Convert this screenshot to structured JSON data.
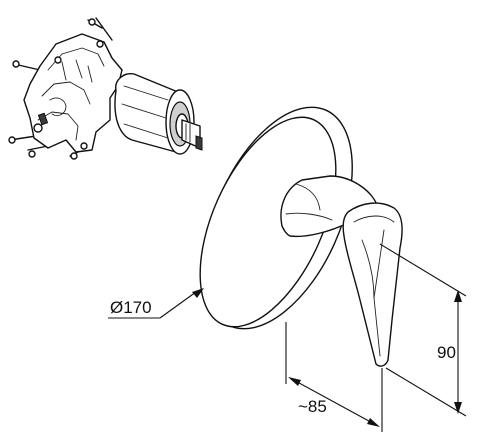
{
  "dimensions": {
    "diameter": "Ø170",
    "height": "90",
    "depth": "~85"
  }
}
